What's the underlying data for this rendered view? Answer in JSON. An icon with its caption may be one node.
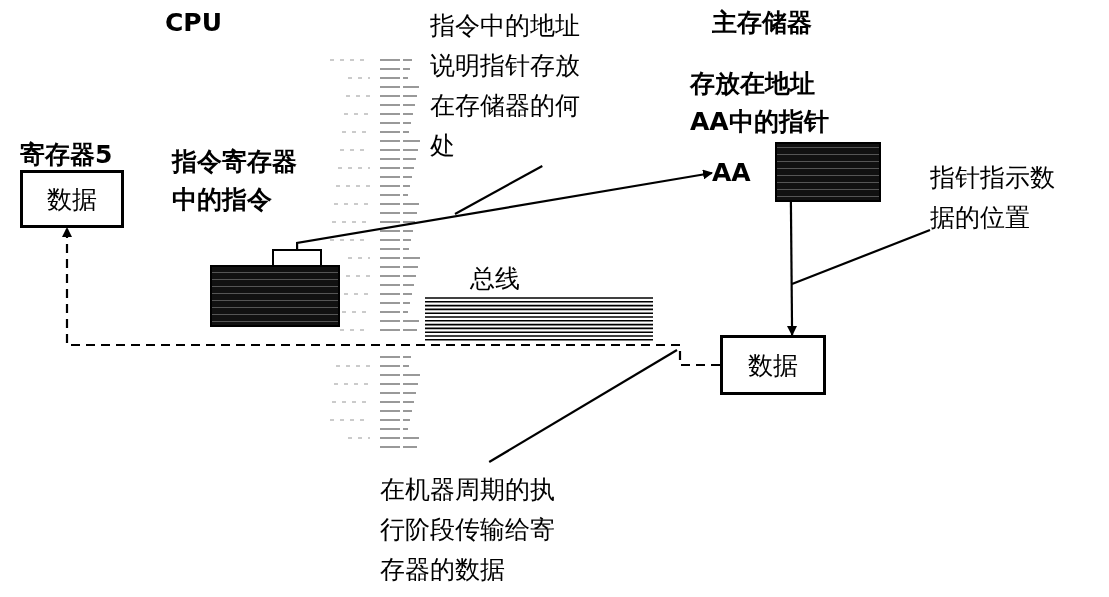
{
  "diagram": {
    "nodes": [
      {
        "text": [
          "寄存器5",
          "数据"
        ]
      },
      {
        "text": [
          "指令寄存器中的指令"
        ]
      },
      {
        "text": [
          "AA"
        ]
      },
      {
        "text": [
          "存放在地址AA中的指针"
        ]
      },
      {
        "text": [
          "数据"
        ]
      },
      {
        "text": [
          "总线"
        ]
      },
      {
        "text": [
          "指令中的地址说明指针存放在存储器的何处"
        ]
      },
      {
        "text": [
          "指针指示数据的位置"
        ]
      },
      {
        "text": [
          "在机器周期的执行阶段传输给寄存器的数据"
        ]
      }
    ],
    "edges": [
      {
        "from": 1,
        "to": 2,
        "arrow": "to"
      },
      {
        "from": 3,
        "to": 4,
        "arrow": "to"
      },
      {
        "from": 4,
        "to": 0,
        "arrow": "to",
        "style": "dashed"
      },
      {
        "from": 6,
        "to": null,
        "arrow": "none"
      },
      {
        "from": 7,
        "to": null,
        "arrow": "none"
      },
      {
        "from": 8,
        "to": null,
        "arrow": "none"
      }
    ],
    "labels": [
      "CPU",
      "主存储器"
    ]
  }
}
